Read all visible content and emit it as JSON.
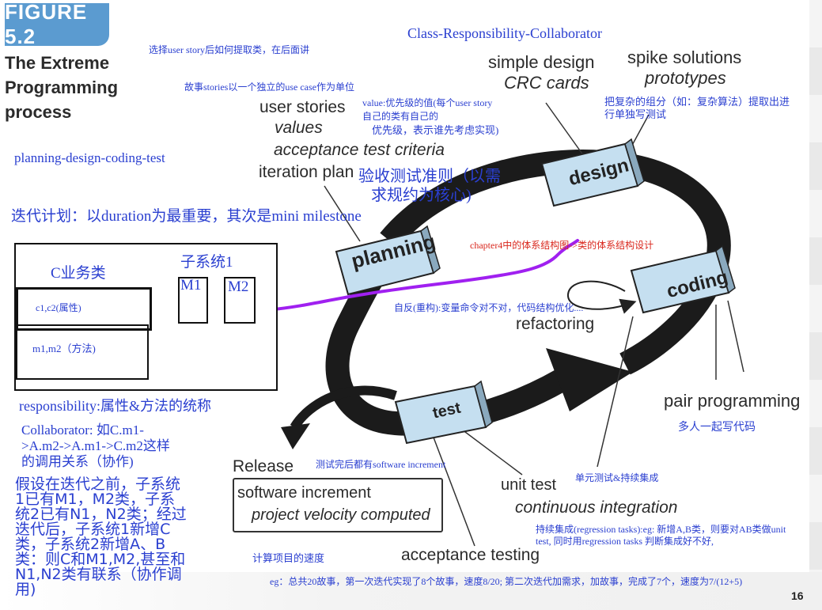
{
  "figure_label": "FIGURE 5.2",
  "title_lines": [
    "The Extreme",
    "Programming",
    "process"
  ],
  "class_resp": "Class-Responsibility-Collaborator",
  "note_select": "选择user story后如何提取类，在后面讲",
  "note_stories": "故事stories以一个独立的use case作为单位",
  "planning_flow": "planning-design-coding-test",
  "iteration_note": "迭代计划：以duration为最重要，其次是mini milestone",
  "user_stories": "user stories",
  "values": "values",
  "value_note": [
    "value:优先级的值(每个user story",
    "自己的类有自己的",
    "优先级，表示谁先考虑实现)"
  ],
  "acceptance_criteria": "acceptance test criteria",
  "iteration_plan": "iteration plan",
  "acceptance_note": [
    "验收测试准则（以需",
    "求规约为核心)"
  ],
  "simple_design": "simple design",
  "crc_cards": "CRC cards",
  "spike_solutions": "spike solutions",
  "prototypes": "prototypes",
  "spike_note": [
    "把复杂的组分（如：复杂算法）提取出进",
    "行单独写测试"
  ],
  "chapter_note": "chapter4中的体系结构图->类的体系结构设计",
  "refactor_note": "自反(重构):变量命令对不对，代码结构优化....",
  "refactoring": "refactoring",
  "phases": {
    "planning": "planning",
    "design": "design",
    "coding": "coding",
    "test": "test"
  },
  "pair_programming": "pair programming",
  "pair_note": "多人一起写代码",
  "unit_test_note": "单元测试&持续集成",
  "unit_test": "unit test",
  "continuous_integration": "continuous integration",
  "ci_note": [
    "持续集成(regression tasks):eg: 新增A,B类，则要对AB类做unit",
    "test, 同时用regression tasks 判断集成好不好,"
  ],
  "release": "Release",
  "release_lines": [
    "software increment",
    "project velocity computed"
  ],
  "test_done_note": "测试完后都有software increment",
  "velocity_note": "计算项目的速度",
  "acceptance_testing": "acceptance testing",
  "eg_note": "eg：总共20故事，第一次迭代实现了8个故事，速度8/20; 第二次迭代加需求，加故事，完成了7个，速度为7/(12+5)",
  "page_number": "16",
  "box": {
    "c_class": "C业务类",
    "subsystem": "子系统1",
    "attrs": "c1,c2(属性)",
    "methods": "m1,m2（方法)",
    "m1": "M1",
    "m2": "M2"
  },
  "responsibility_note": "responsibility:属性&方法的统称",
  "collaborator_note": [
    "Collaborator: 如C.m1-",
    ">A.m2->A.m1->C.m2这样",
    "的调用关系（协作)"
  ],
  "scenario_note": [
    "假设在迭代之前，子系统",
    "1已有M1，M2类，子系",
    "统2已有N1，N2类；经过",
    "迭代后，子系统1新增C",
    "类，子系统2新增A、B",
    "类：则C和M1,M2,甚至和",
    "N1,N2类有联系（协作调",
    "用)"
  ],
  "colors": {
    "annotation": "#2a3fd0",
    "red_note": "#d9261c",
    "purple_line": "#a020f0",
    "phase_box": "#c5dff0",
    "badge": "#5b9bd0"
  }
}
